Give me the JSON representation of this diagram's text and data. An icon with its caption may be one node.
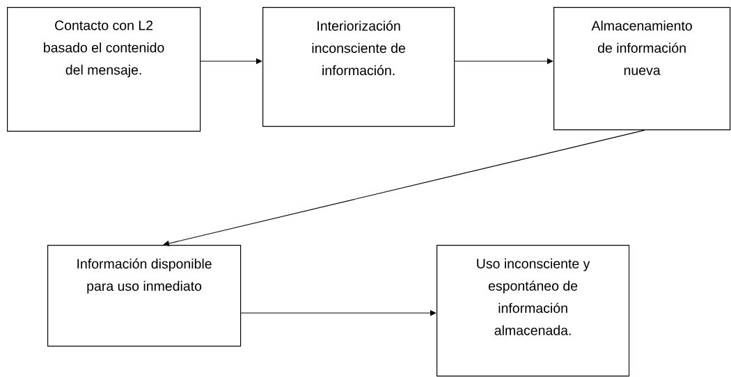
{
  "diagram": {
    "nodes": [
      {
        "text": [
          "Contacto con L2 basado el contenido del mensaje."
        ]
      },
      {
        "text": [
          "Interiorización inconsciente de información."
        ]
      },
      {
        "text": [
          "Almacenamiento de información nueva"
        ]
      },
      {
        "text": [
          "Información disponible para uso inmediato"
        ]
      },
      {
        "text": [
          "Uso inconsciente y espontáneo de información almacenada."
        ]
      }
    ],
    "edges": [
      {
        "from": 0,
        "to": 1,
        "arrow": "to"
      },
      {
        "from": 1,
        "to": 2,
        "arrow": "to"
      },
      {
        "from": 2,
        "to": 3,
        "arrow": "to"
      },
      {
        "from": 3,
        "to": 4,
        "arrow": "to"
      }
    ]
  }
}
